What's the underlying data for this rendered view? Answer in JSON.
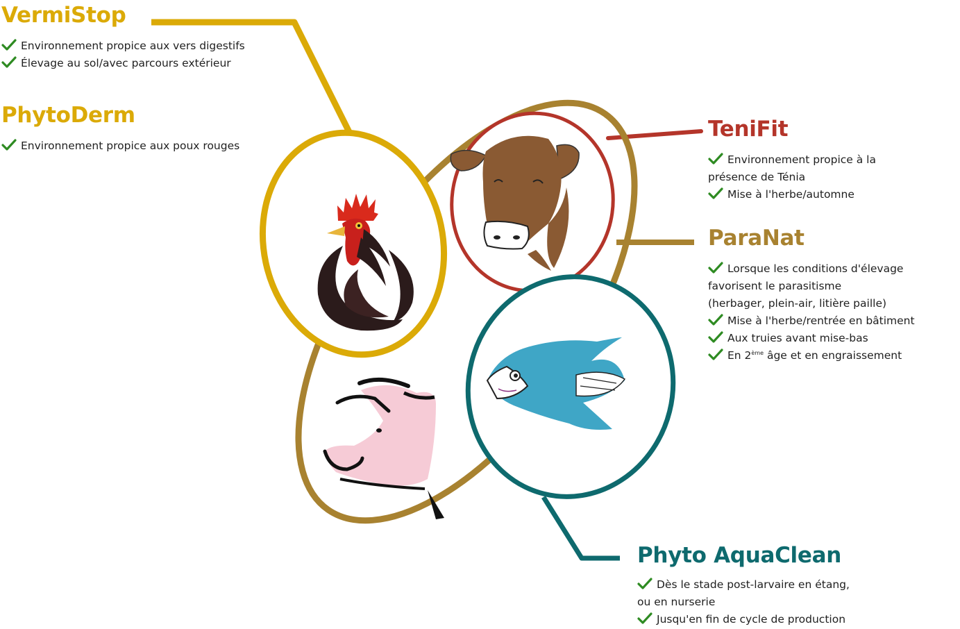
{
  "colors": {
    "vermistop": "#DBAA07",
    "phytoderm": "#DBAA07",
    "tenifit": "#B4352A",
    "paranat": "#A88230",
    "aquaclean": "#0E6A6E",
    "check": "#2E8B22"
  },
  "products": {
    "vermistop": {
      "title": "VermiStop",
      "items": [
        "Environnement propice aux vers digestifs",
        "Élevage au sol/avec parcours extérieur"
      ]
    },
    "phytoderm": {
      "title": "PhytoDerm",
      "items": [
        "Environnement propice aux poux rouges"
      ]
    },
    "tenifit": {
      "title": "TeniFit",
      "item1_line1": "Environnement propice à la",
      "item1_line2": "présence de Ténia",
      "item2": "Mise à l'herbe/automne"
    },
    "paranat": {
      "title": "ParaNat",
      "item1_line1": "Lorsque les conditions d'élevage",
      "item1_line2": "favorisent le parasitisme",
      "item1_line3": "(herbager, plein-air, litière paille)",
      "item2": "Mise à l'herbe/rentrée en bâtiment",
      "item3": "Aux truies avant mise-bas",
      "item4_prefix": "En 2",
      "item4_sup": "ème",
      "item4_suffix": " âge et en engraissement"
    },
    "aquaclean": {
      "title": "Phyto AquaClean",
      "item1_line1": "Dès le stade post-larvaire en étang,",
      "item1_line2": "ou en nurserie",
      "item2": "Jusqu'en fin de cycle de production"
    }
  },
  "icons": {
    "poultry": "rooster-icon",
    "cattle": "cow-head-icon",
    "pig": "pig-head-icon",
    "fish": "fish-icon",
    "check": "check-icon"
  }
}
